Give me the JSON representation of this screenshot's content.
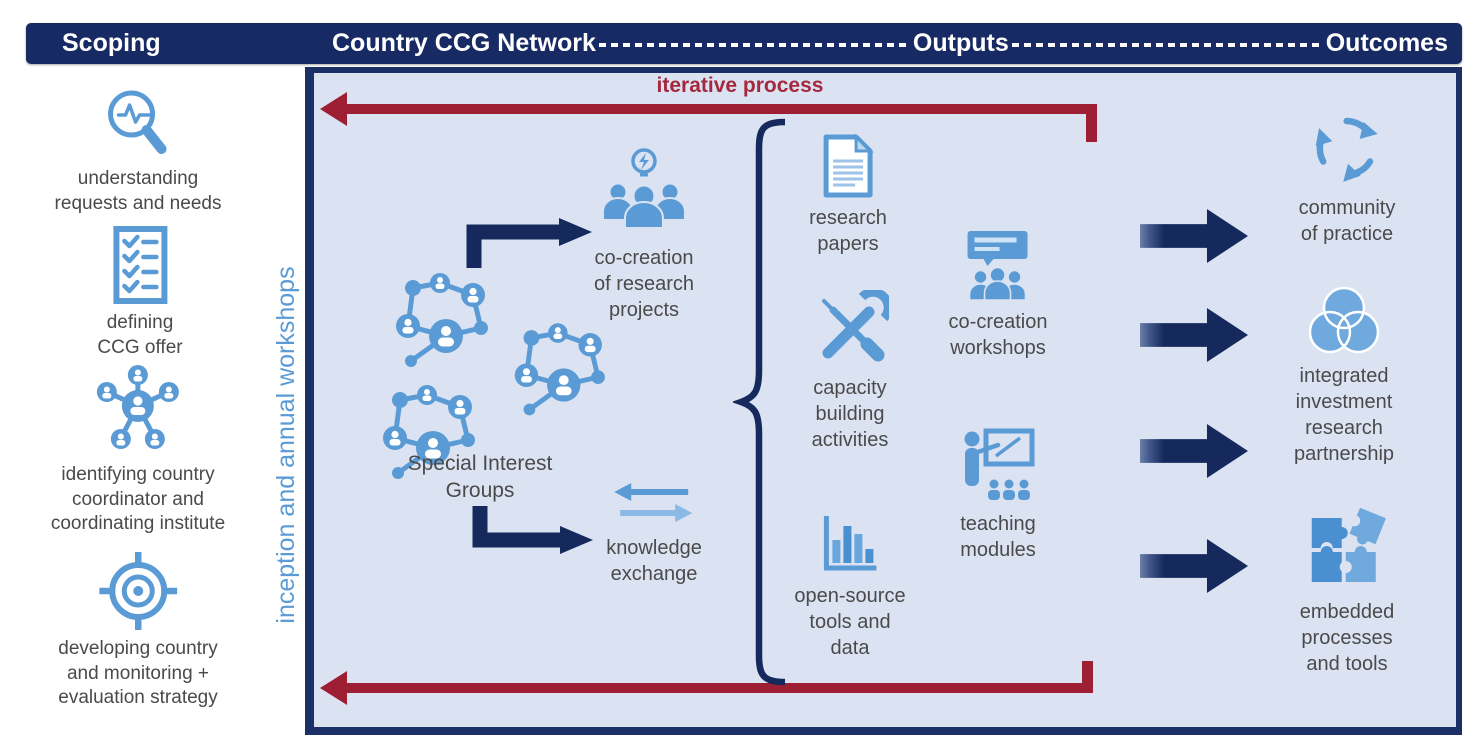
{
  "header": {
    "scoping": "Scoping",
    "network": "Country CCG Network",
    "outputs": "Outputs",
    "outcomes": "Outcomes"
  },
  "scoping_column": {
    "items": [
      {
        "icon": "magnifier-pulse-icon",
        "label": "understanding\nrequests and needs"
      },
      {
        "icon": "checklist-icon",
        "label": "defining\nCCG offer"
      },
      {
        "icon": "people-network-icon",
        "label": "identifying country\ncoordinator and\ncoordinating institute"
      },
      {
        "icon": "target-icon",
        "label": "developing country\nand monitoring +\nevaluation strategy"
      }
    ]
  },
  "workshops_label": "inception and annual workshops",
  "network_panel": {
    "iterative_label": "iterative process",
    "sig_label": "Special Interest\nGroups",
    "co_creation_label": "co-creation\nof research\nprojects",
    "knowledge_label": "knowledge\nexchange"
  },
  "outputs_col1": [
    {
      "icon": "document-icon",
      "label": "research\npapers"
    },
    {
      "icon": "tools-icon",
      "label": "capacity\nbuilding\nactivities"
    },
    {
      "icon": "bar-chart-icon",
      "label": "open-source\ntools and\ndata"
    }
  ],
  "outputs_col2": [
    {
      "icon": "workshop-presentation-icon",
      "label": "co-creation\nworkshops"
    },
    {
      "icon": "teaching-icon",
      "label": "teaching\nmodules"
    }
  ],
  "outcomes_col": [
    {
      "icon": "cycle-arrows-icon",
      "label": "community\nof practice"
    },
    {
      "icon": "venn-circles-icon",
      "label": "integrated\ninvestment\nresearch\npartnership"
    },
    {
      "icon": "puzzle-icon",
      "label": "embedded\nprocesses\nand tools"
    }
  ],
  "colors": {
    "navy": "#172a63",
    "panel_background": "#dbe3f3",
    "light_blue": "#5b9bd5",
    "dark_red": "#9e1e33",
    "text_grey": "#4a4a4a"
  }
}
